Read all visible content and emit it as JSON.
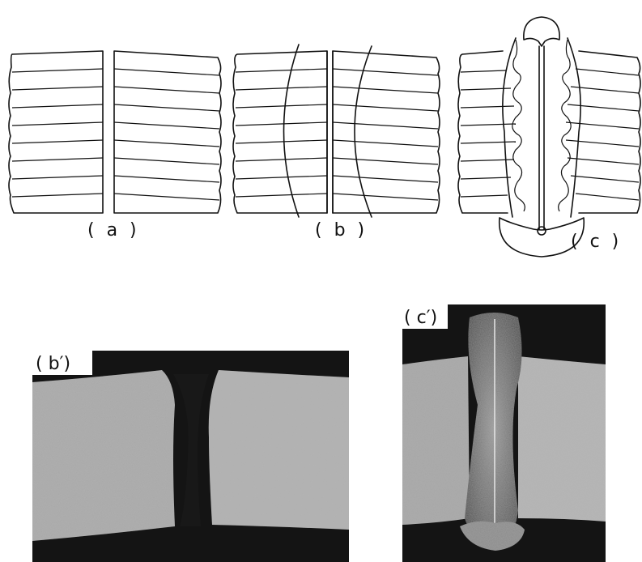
{
  "panels": {
    "a": {
      "label": "( a )"
    },
    "b": {
      "label": "( b )"
    },
    "c": {
      "label": "( c )"
    },
    "b_prime": {
      "label": "( b′)"
    },
    "c_prime": {
      "label": "( c′)"
    }
  },
  "colors": {
    "ink": "#111111",
    "paper": "#ffffff",
    "photo_dark": "#141414",
    "photo_grey": "#a9a9a9",
    "photo_grey_light": "#b8b8b8"
  }
}
